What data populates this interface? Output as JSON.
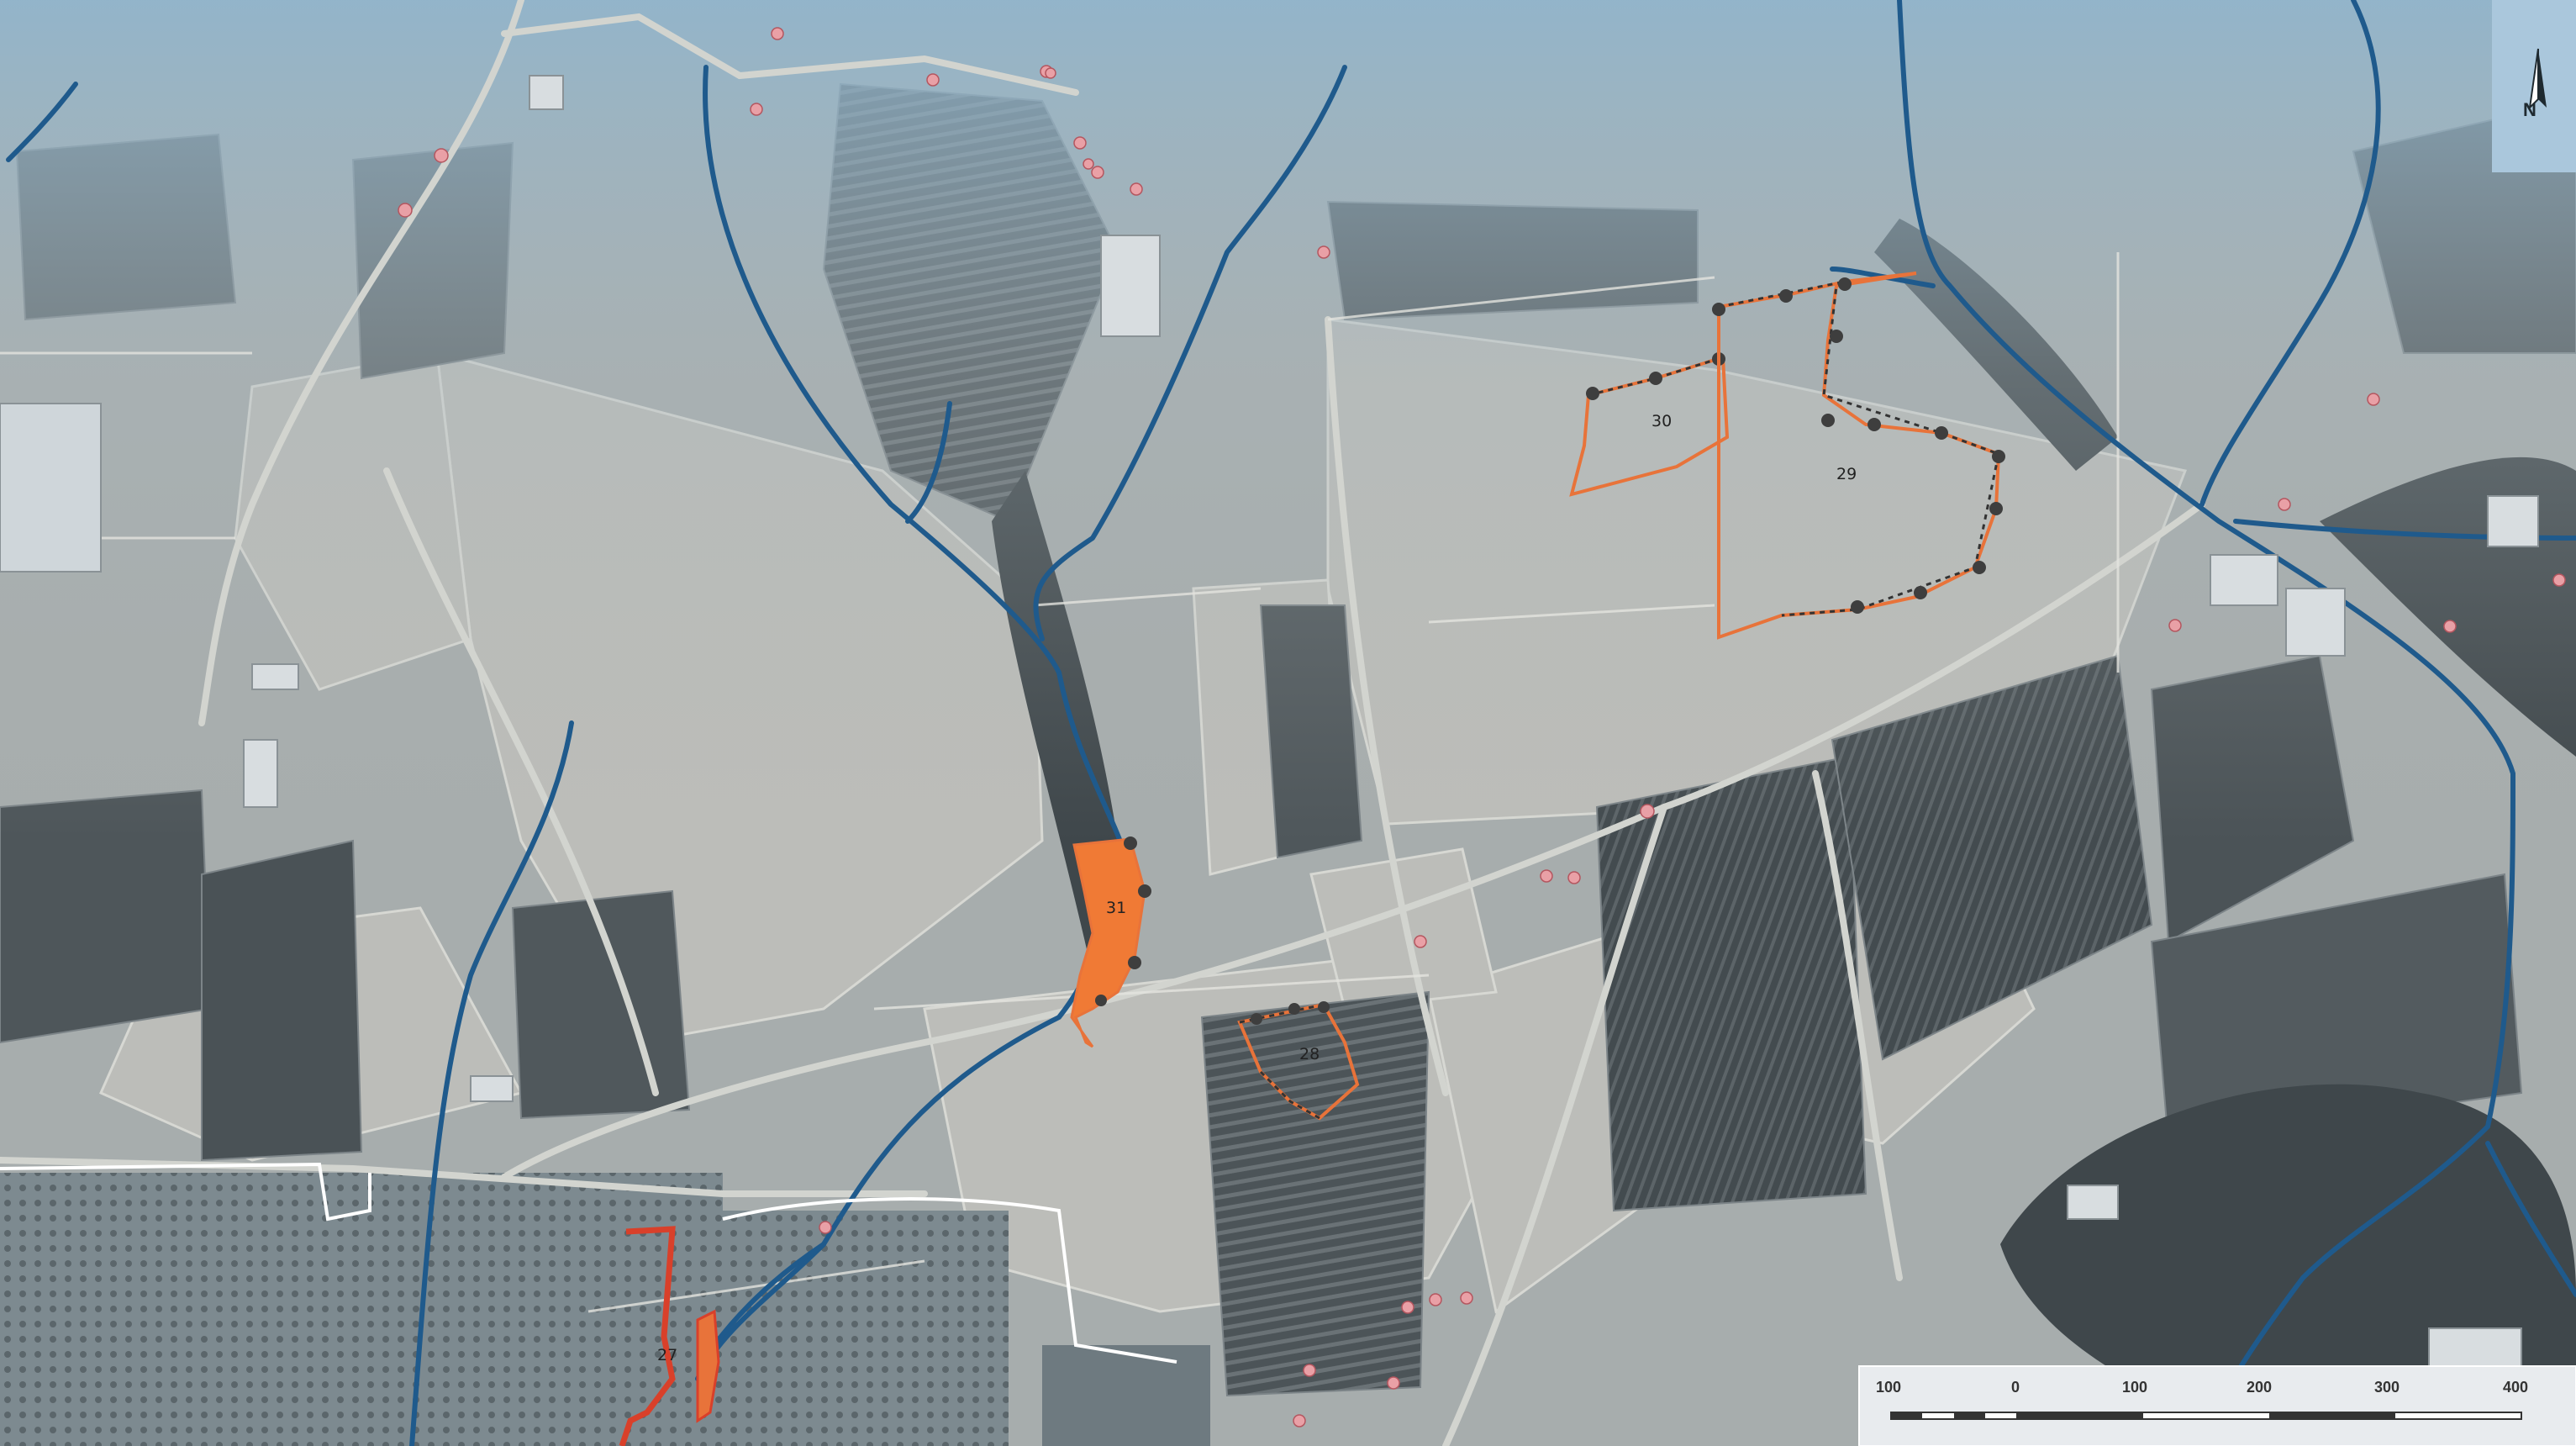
{
  "parcels": [
    {
      "id": "parcel-27",
      "label": "27"
    },
    {
      "id": "parcel-28",
      "label": "28"
    },
    {
      "id": "parcel-29",
      "label": "29"
    },
    {
      "id": "parcel-30",
      "label": "30"
    },
    {
      "id": "parcel-31",
      "label": "31"
    }
  ],
  "north_arrow": {
    "letter": "N"
  },
  "scale_bar": {
    "ticks": [
      "100",
      "0",
      "100",
      "200",
      "300",
      "400"
    ]
  },
  "colors": {
    "background": "#9ea9ad",
    "dark_field": "#4a5256",
    "light_field": "#b7b9b6",
    "sky_tint": "#9fc0d2",
    "river": "#1f5a8c",
    "parcel_outline": "#e8733a",
    "parcel_fill": "#f07a35",
    "boundary_white": "#ffffff",
    "boundary_red": "#d9402a",
    "marker": "#e9a0a6"
  }
}
